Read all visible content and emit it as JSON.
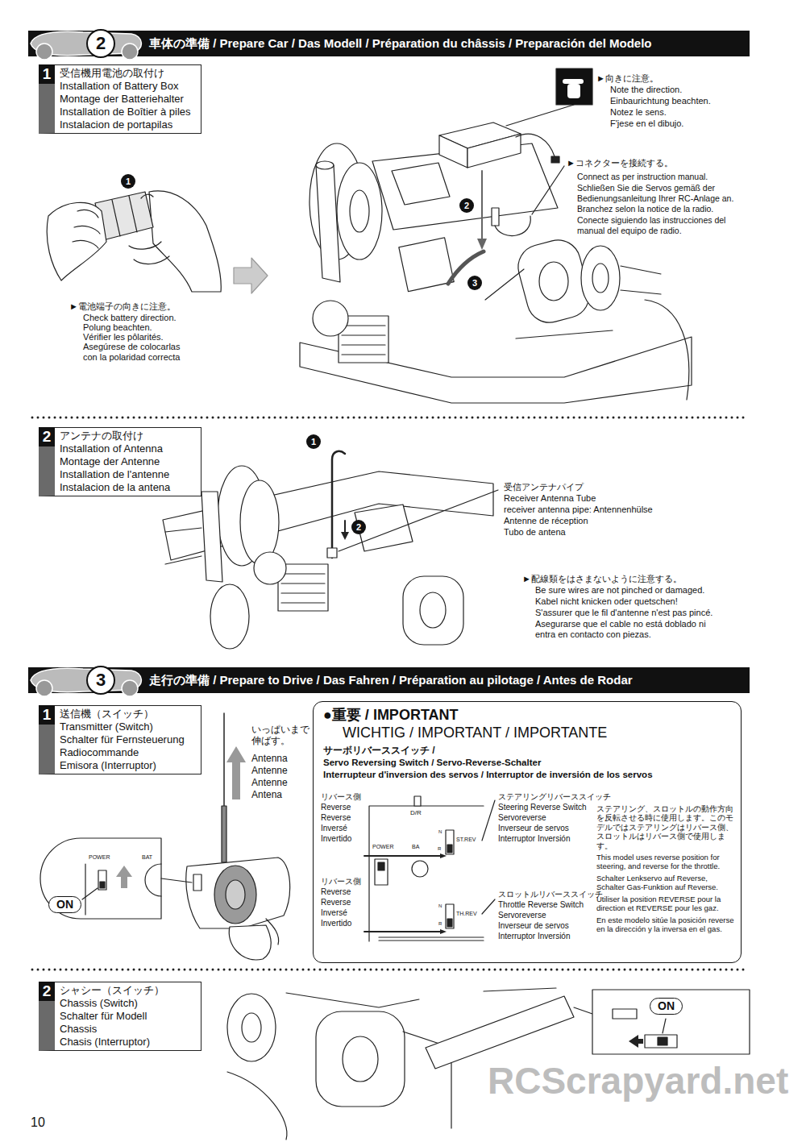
{
  "diagram": {
    "nodes": [
      {
        "text": [
          "2",
          "車体の準備 / Prepare Car / Das Modell / Préparation du châssis / Preparación del Modelo"
        ]
      },
      {
        "text": [
          "1",
          "受信機用電池の取付け",
          "Installation of Battery Box",
          "Montage der Batteriehalter",
          "Installation de Boîtier à piles",
          "Instalacion de portapilas"
        ]
      },
      {
        "text": [
          "2",
          "アンテナの取付け",
          "Installation of Antenna",
          "Montage der Antenne",
          "Installation de l'antenne",
          "Instalacion de la antena"
        ]
      },
      {
        "text": [
          "3",
          "走行の準備 / Prepare to Drive / Das Fahren / Préparation au pilotage / Antes de Rodar"
        ]
      },
      {
        "text": [
          "1",
          "送信機（スイッチ）",
          "Transmitter (Switch)",
          "Schalter für Fernsteuerung",
          "Radiocommande",
          "Emisora (Interruptor)"
        ]
      },
      {
        "text": [
          "●重要 / IMPORTANT",
          "WICHTIG / IMPORTANT / IMPORTANTE",
          "サーボリバーススイッチ /",
          "Servo Reversing Switch / Servo-Reverse-Schalter",
          "Interrupteur d'inversion des servos / Interruptor de inversión de los servos"
        ]
      },
      {
        "text": [
          "2",
          "シャシー（スイッチ）",
          "Chassis (Switch)",
          "Schalter für Modell",
          "Chassis",
          "Chasis (Interruptor)"
        ]
      }
    ],
    "labels": [
      "1",
      "►電池端子の向きに注意。",
      "Check battery direction.",
      "Polung beachten.",
      "Vérifier les pôlarités.",
      "Asegúrese de colocarlas con la polaridad correcta",
      "►向きに注意。",
      "Note the direction.",
      "Einbaurichtung beachten.",
      "Notez le sens.",
      "F'jese en el dibujo.",
      "►コネクターを接続する。",
      "Connect as per instruction manual.",
      "Schließen Sie die Servos gemäß der Bedienungsanleitung Ihrer RC-Anlage an.",
      "Branchez selon la notice de la radio.",
      "Conecte siguiendo las instrucciones del manual del equipo de radio.",
      "2",
      "3",
      "1",
      "2",
      "受信アンテナパイプ",
      "Receiver Antenna Tube",
      "receiver antenna pipe: Antennenhülse",
      "Antenne de réception",
      "Tubo de antena",
      "►配線類をはさまないように注意する。",
      "Be sure wires are not pinched or damaged.",
      "Kabel nicht knicken oder quetschen!",
      "S'assurer que le fil d'antenne n'est pas pincé.",
      "Asegurarse que el cable no está doblado ni entra en contacto con piezas.",
      "いっぱいまで伸ばす。",
      "Antenna",
      "Antenne",
      "Antenne",
      "Antena",
      "POWER",
      "BAT",
      "ON",
      "リバース側",
      "Reverse",
      "Reverse",
      "Inversé",
      "Invertido",
      "リバース側",
      "Reverse",
      "Reverse",
      "Inversé",
      "Invertido",
      "D/R",
      "POWER",
      "BA",
      "N",
      "R",
      "ST.REV",
      "N",
      "R",
      "TH.REV",
      "ステアリングリバーススイッチ",
      "Steering Reverse Switch",
      "Servoreverse",
      "Inverseur de servos",
      "Interruptor Inversión",
      "スロットルリバーススイッチ",
      "Throttle Reverse Switch",
      "Servoreverse",
      "Inverseur de servos",
      "Interruptor Inversión",
      "ステアリング、スロットルの動作方向を反転させる時に使用します。このモデルではステアリングはリバース側、スロットルはリバース側で使用します。",
      "This model uses reverse position for steering, and reverse for the throttle.",
      "Schalter Lenkservo auf Reverse, Schalter Gas-Funktion auf Reverse.",
      "Utiliser la position REVERSE pour la direction et REVERSE pour les gaz.",
      "En este modelo sitúe la posición reverse en la dirección y la inversa en el gas.",
      "ON",
      "RCScrapyard.net",
      "10"
    ]
  }
}
